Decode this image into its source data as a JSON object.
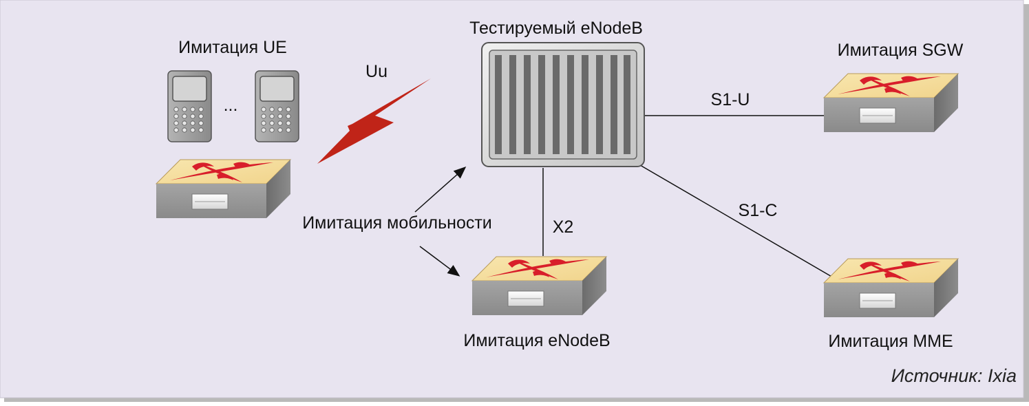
{
  "diagram": {
    "title_enodeb": "Тестируемый eNodeB",
    "ue_label": "Имитация UE",
    "ue_ellipsis": "...",
    "uu_label": "Uu",
    "mobility_label": "Имитация мобильности",
    "x2_label": "X2",
    "enodeb_sim_label": "Имитация eNodeB",
    "s1u_label": "S1-U",
    "s1c_label": "S1-C",
    "sgw_label": "Имитация SGW",
    "mme_label": "Имитация MME",
    "source": "Источник: Ixia"
  },
  "colors": {
    "background": "#e8e4f0",
    "box_top": "#f6dfa0",
    "box_side": "#9a9a9a",
    "box_logo": "#d81e2a",
    "lightning": "#c02418",
    "phone_body": "#9c9c9c",
    "enodeb_body": "#d8d8d8"
  },
  "icons": {
    "ue_phone": "mobile-phone-icon",
    "simulator": "ixia-chassis-icon",
    "tested_base_station": "base-station-rack-icon",
    "radio_link": "lightning-bolt-icon",
    "mobility_arrow": "arrow-icon"
  }
}
